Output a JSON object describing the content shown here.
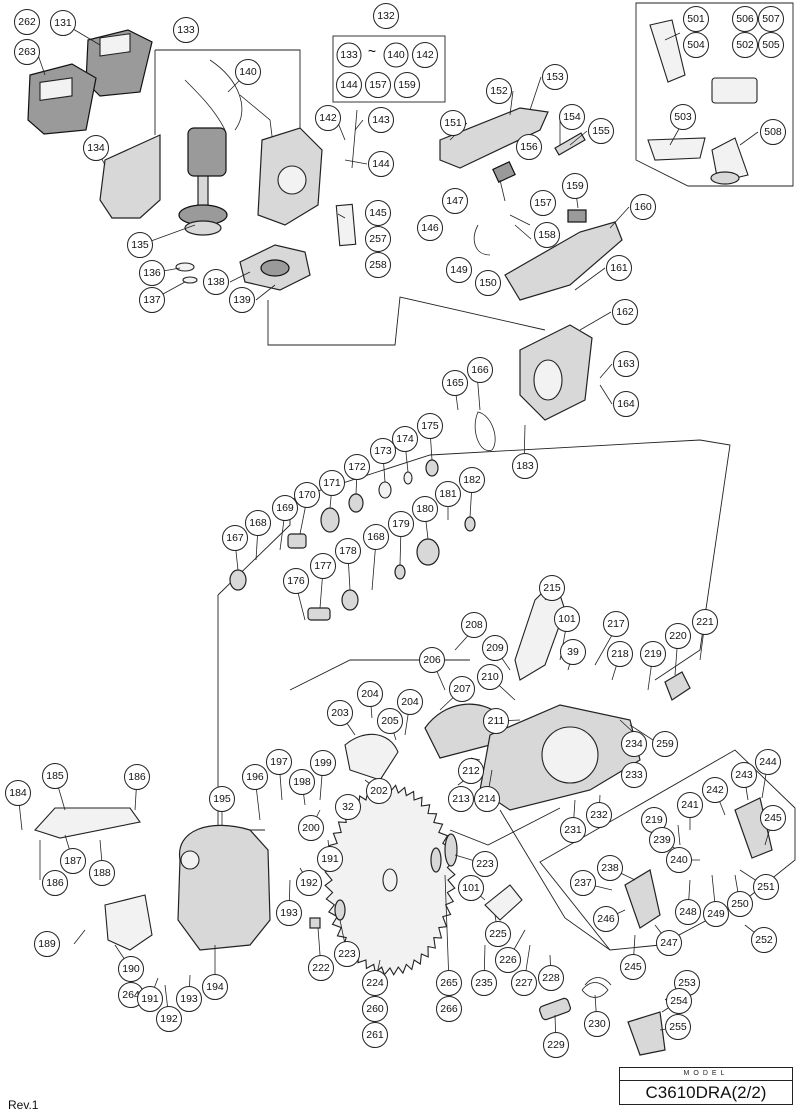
{
  "model": {
    "header": "MODEL",
    "name": "C3610DRA(2/2)"
  },
  "revision": "Rev.1",
  "group_label": {
    "from": "133",
    "sep": "~",
    "to": "140"
  },
  "callouts": [
    {
      "id": "c262",
      "label": "262"
    },
    {
      "id": "c131",
      "label": "131"
    },
    {
      "id": "c263",
      "label": "263"
    },
    {
      "id": "c133",
      "label": "133"
    },
    {
      "id": "c132",
      "label": "132"
    },
    {
      "id": "c140",
      "label": "140"
    },
    {
      "id": "c134",
      "label": "134"
    },
    {
      "id": "c142",
      "label": "142"
    },
    {
      "id": "c143",
      "label": "143"
    },
    {
      "id": "c144",
      "label": "144"
    },
    {
      "id": "c145",
      "label": "145"
    },
    {
      "id": "c257",
      "label": "257"
    },
    {
      "id": "c258",
      "label": "258"
    },
    {
      "id": "c135",
      "label": "135"
    },
    {
      "id": "c136",
      "label": "136"
    },
    {
      "id": "c137",
      "label": "137"
    },
    {
      "id": "c138",
      "label": "138"
    },
    {
      "id": "c139",
      "label": "139"
    },
    {
      "id": "g142",
      "label": "142"
    },
    {
      "id": "g144",
      "label": "144"
    },
    {
      "id": "g157",
      "label": "157"
    },
    {
      "id": "g159",
      "label": "159"
    },
    {
      "id": "c151",
      "label": "151"
    },
    {
      "id": "c152",
      "label": "152"
    },
    {
      "id": "c153",
      "label": "153"
    },
    {
      "id": "c154",
      "label": "154"
    },
    {
      "id": "c155",
      "label": "155"
    },
    {
      "id": "c156",
      "label": "156"
    },
    {
      "id": "c147",
      "label": "147"
    },
    {
      "id": "c157",
      "label": "157"
    },
    {
      "id": "c159",
      "label": "159"
    },
    {
      "id": "c160",
      "label": "160"
    },
    {
      "id": "c146",
      "label": "146"
    },
    {
      "id": "c158",
      "label": "158"
    },
    {
      "id": "c149",
      "label": "149"
    },
    {
      "id": "c150",
      "label": "150"
    },
    {
      "id": "c161",
      "label": "161"
    },
    {
      "id": "c501",
      "label": "501"
    },
    {
      "id": "c504",
      "label": "504"
    },
    {
      "id": "c506",
      "label": "506"
    },
    {
      "id": "c507",
      "label": "507"
    },
    {
      "id": "c502",
      "label": "502"
    },
    {
      "id": "c505",
      "label": "505"
    },
    {
      "id": "c503",
      "label": "503"
    },
    {
      "id": "c508",
      "label": "508"
    },
    {
      "id": "c162",
      "label": "162"
    },
    {
      "id": "c163",
      "label": "163"
    },
    {
      "id": "c164",
      "label": "164"
    },
    {
      "id": "c165",
      "label": "165"
    },
    {
      "id": "c166",
      "label": "166"
    },
    {
      "id": "c183",
      "label": "183"
    },
    {
      "id": "c175",
      "label": "175"
    },
    {
      "id": "c174",
      "label": "174"
    },
    {
      "id": "c173",
      "label": "173"
    },
    {
      "id": "c172",
      "label": "172"
    },
    {
      "id": "c171",
      "label": "171"
    },
    {
      "id": "c170",
      "label": "170"
    },
    {
      "id": "c169",
      "label": "169"
    },
    {
      "id": "c168a",
      "label": "168"
    },
    {
      "id": "c167",
      "label": "167"
    },
    {
      "id": "c182",
      "label": "182"
    },
    {
      "id": "c181",
      "label": "181"
    },
    {
      "id": "c180",
      "label": "180"
    },
    {
      "id": "c179",
      "label": "179"
    },
    {
      "id": "c168b",
      "label": "168"
    },
    {
      "id": "c178",
      "label": "178"
    },
    {
      "id": "c177",
      "label": "177"
    },
    {
      "id": "c176",
      "label": "176"
    },
    {
      "id": "c215",
      "label": "215"
    },
    {
      "id": "c208",
      "label": "208"
    },
    {
      "id": "c101a",
      "label": "101"
    },
    {
      "id": "c217",
      "label": "217"
    },
    {
      "id": "c206",
      "label": "206"
    },
    {
      "id": "c209",
      "label": "209"
    },
    {
      "id": "c39",
      "label": "39"
    },
    {
      "id": "c218",
      "label": "218"
    },
    {
      "id": "c219a",
      "label": "219"
    },
    {
      "id": "c220",
      "label": "220"
    },
    {
      "id": "c221",
      "label": "221"
    },
    {
      "id": "c207",
      "label": "207"
    },
    {
      "id": "c210",
      "label": "210"
    },
    {
      "id": "c204a",
      "label": "204"
    },
    {
      "id": "c204b",
      "label": "204"
    },
    {
      "id": "c203",
      "label": "203"
    },
    {
      "id": "c205",
      "label": "205"
    },
    {
      "id": "c211",
      "label": "211"
    },
    {
      "id": "c234",
      "label": "234"
    },
    {
      "id": "c259",
      "label": "259"
    },
    {
      "id": "c233",
      "label": "233"
    },
    {
      "id": "c212",
      "label": "212"
    },
    {
      "id": "c213",
      "label": "213"
    },
    {
      "id": "c214",
      "label": "214"
    },
    {
      "id": "c185",
      "label": "185"
    },
    {
      "id": "c186a",
      "label": "186"
    },
    {
      "id": "c184",
      "label": "184"
    },
    {
      "id": "c197",
      "label": "197"
    },
    {
      "id": "c199",
      "label": "199"
    },
    {
      "id": "c196",
      "label": "196"
    },
    {
      "id": "c198",
      "label": "198"
    },
    {
      "id": "c195",
      "label": "195"
    },
    {
      "id": "c202",
      "label": "202"
    },
    {
      "id": "c32",
      "label": "32"
    },
    {
      "id": "c200",
      "label": "200"
    },
    {
      "id": "c186b",
      "label": "186"
    },
    {
      "id": "c187",
      "label": "187"
    },
    {
      "id": "c188",
      "label": "188"
    },
    {
      "id": "c191a",
      "label": "191"
    },
    {
      "id": "c192a",
      "label": "192"
    },
    {
      "id": "c193a",
      "label": "193"
    },
    {
      "id": "c189",
      "label": "189"
    },
    {
      "id": "c190",
      "label": "190"
    },
    {
      "id": "c264",
      "label": "264"
    },
    {
      "id": "c191b",
      "label": "191"
    },
    {
      "id": "c192b",
      "label": "192"
    },
    {
      "id": "c193b",
      "label": "193"
    },
    {
      "id": "c194",
      "label": "194"
    },
    {
      "id": "c222",
      "label": "222"
    },
    {
      "id": "c223a",
      "label": "223"
    },
    {
      "id": "c224",
      "label": "224"
    },
    {
      "id": "c260",
      "label": "260"
    },
    {
      "id": "c261",
      "label": "261"
    },
    {
      "id": "c265",
      "label": "265"
    },
    {
      "id": "c266",
      "label": "266"
    },
    {
      "id": "c223b",
      "label": "223"
    },
    {
      "id": "c101b",
      "label": "101"
    },
    {
      "id": "c225",
      "label": "225"
    },
    {
      "id": "c235",
      "label": "235"
    },
    {
      "id": "c226",
      "label": "226"
    },
    {
      "id": "c227",
      "label": "227"
    },
    {
      "id": "c228",
      "label": "228"
    },
    {
      "id": "c230",
      "label": "230"
    },
    {
      "id": "c229",
      "label": "229"
    },
    {
      "id": "c231",
      "label": "231"
    },
    {
      "id": "c232",
      "label": "232"
    },
    {
      "id": "c244",
      "label": "244"
    },
    {
      "id": "c243",
      "label": "243"
    },
    {
      "id": "c242",
      "label": "242"
    },
    {
      "id": "c241",
      "label": "241"
    },
    {
      "id": "c245a",
      "label": "245"
    },
    {
      "id": "c219b",
      "label": "219"
    },
    {
      "id": "c239",
      "label": "239"
    },
    {
      "id": "c240",
      "label": "240"
    },
    {
      "id": "c251",
      "label": "251"
    },
    {
      "id": "c250",
      "label": "250"
    },
    {
      "id": "c249",
      "label": "249"
    },
    {
      "id": "c248",
      "label": "248"
    },
    {
      "id": "c238",
      "label": "238"
    },
    {
      "id": "c237",
      "label": "237"
    },
    {
      "id": "c246",
      "label": "246"
    },
    {
      "id": "c247",
      "label": "247"
    },
    {
      "id": "c245b",
      "label": "245"
    },
    {
      "id": "c252",
      "label": "252"
    },
    {
      "id": "c253",
      "label": "253"
    },
    {
      "id": "c254",
      "label": "254"
    },
    {
      "id": "c255",
      "label": "255"
    }
  ]
}
